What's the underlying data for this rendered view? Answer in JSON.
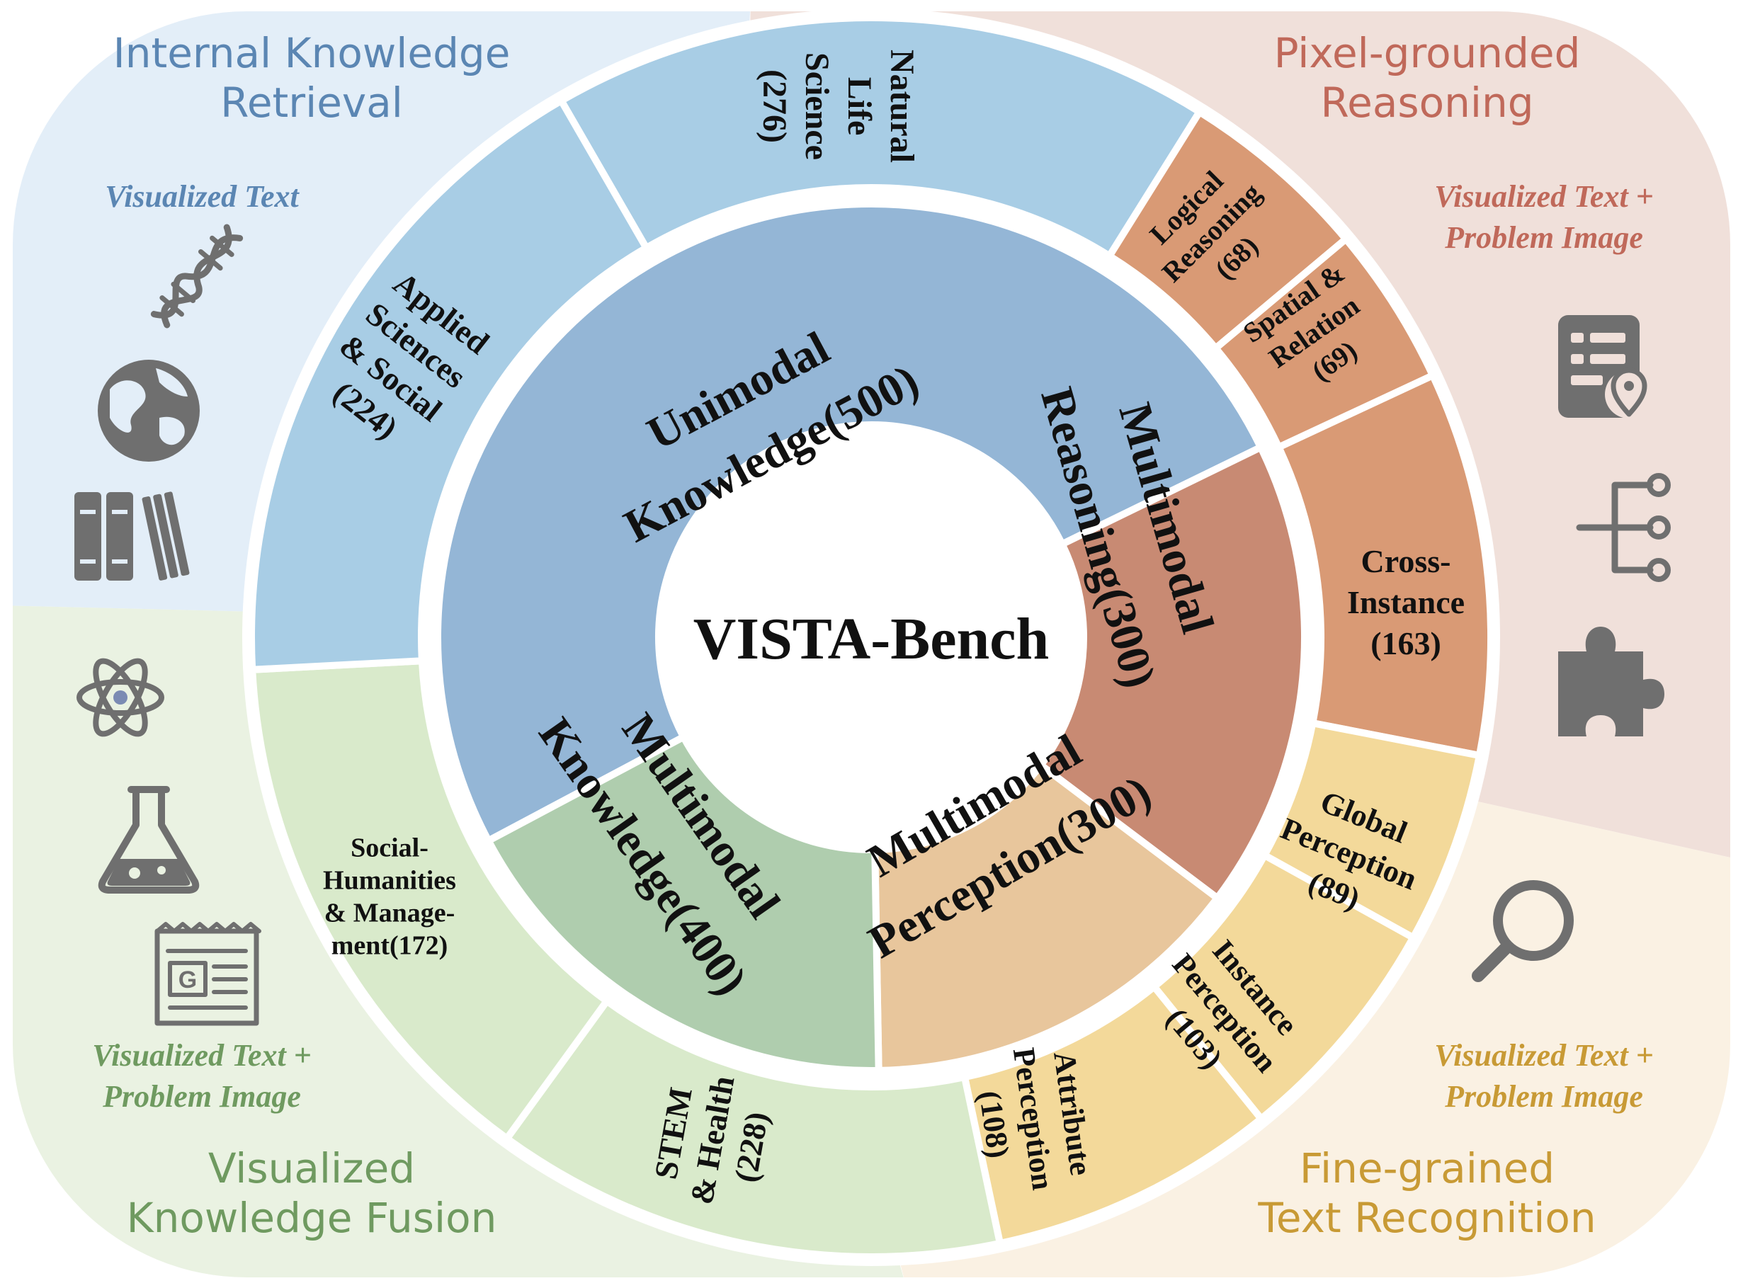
{
  "center": {
    "title": "VISTA-Bench"
  },
  "quadrants": [
    {
      "id": "ikr",
      "title_lines": [
        "Internal Knowledge",
        "Retrieval"
      ],
      "subtitle_lines": [
        "Visualized Text"
      ],
      "title_color": "#5b86b3",
      "subtitle_color": "#5b86b3",
      "bg": "#e3eef8",
      "icons": [
        "dna-icon",
        "globe-icon",
        "books-icon"
      ]
    },
    {
      "id": "pgr",
      "title_lines": [
        "Pixel-grounded",
        "Reasoning"
      ],
      "subtitle_lines": [
        "Visualized Text +",
        "Problem Image"
      ],
      "title_color": "#c0695a",
      "subtitle_color": "#c0695a",
      "bg": "#f0e0da",
      "icons": [
        "document-location-icon",
        "tree-network-icon",
        "puzzle-icon"
      ]
    },
    {
      "id": "vkf",
      "title_lines": [
        "Visualized",
        "Knowledge Fusion"
      ],
      "subtitle_lines": [
        "Visualized Text +",
        "Problem Image"
      ],
      "title_color": "#6f9a60",
      "subtitle_color": "#6f9a60",
      "bg": "#eaf2e2",
      "icons": [
        "atom-icon",
        "flask-icon",
        "newspaper-icon"
      ]
    },
    {
      "id": "ftr",
      "title_lines": [
        "Fine-grained",
        "Text Recognition"
      ],
      "subtitle_lines": [
        "Visualized Text +",
        "Problem Image"
      ],
      "title_color": "#c89a35",
      "subtitle_color": "#c89a35",
      "bg": "#faf1e3",
      "icons": [
        "magnifier-icon"
      ]
    }
  ],
  "inner_ring": [
    {
      "label_lines": [
        "Unimodal",
        "Knowledge(500)"
      ],
      "color": "#94b6d6"
    },
    {
      "label_lines": [
        "Multimodal",
        "Reasoning(300)"
      ],
      "color": "#c88a73"
    },
    {
      "label_lines": [
        "Multimodal",
        "Perception(300)"
      ],
      "color": "#e8c69c"
    },
    {
      "label_lines": [
        "Multimodal",
        "Knowledge(400)"
      ],
      "color": "#afcdae"
    }
  ],
  "outer_ring": [
    {
      "label_lines": [
        "Natural",
        "Life",
        "Science",
        "(276)"
      ],
      "color": "#a8cde5"
    },
    {
      "label_lines": [
        "Logical",
        "Reasoning",
        "(68)"
      ],
      "color": "#d99a75"
    },
    {
      "label_lines": [
        "Spatial &",
        "Relation",
        "(69)"
      ],
      "color": "#d99a75"
    },
    {
      "label_lines": [
        "Cross-",
        "Instance",
        "(163)"
      ],
      "color": "#d99a75"
    },
    {
      "label_lines": [
        "Global",
        "Perception",
        "(89)"
      ],
      "color": "#f3d99a"
    },
    {
      "label_lines": [
        "Instance",
        "Perception",
        "(103)"
      ],
      "color": "#f3d99a"
    },
    {
      "label_lines": [
        "Attribute",
        "Perception",
        "(108)"
      ],
      "color": "#f3d99a"
    },
    {
      "label_lines": [
        "STEM",
        "& Health",
        "(228)"
      ],
      "color": "#d9eacb"
    },
    {
      "label_lines": [
        "Social-",
        "Humanities",
        "& Manage-",
        "ment(172)"
      ],
      "color": "#d9eacb"
    },
    {
      "label_lines": [
        "Applied",
        "Sciences",
        "& Social",
        "(224)"
      ],
      "color": "#a8cde5"
    }
  ]
}
